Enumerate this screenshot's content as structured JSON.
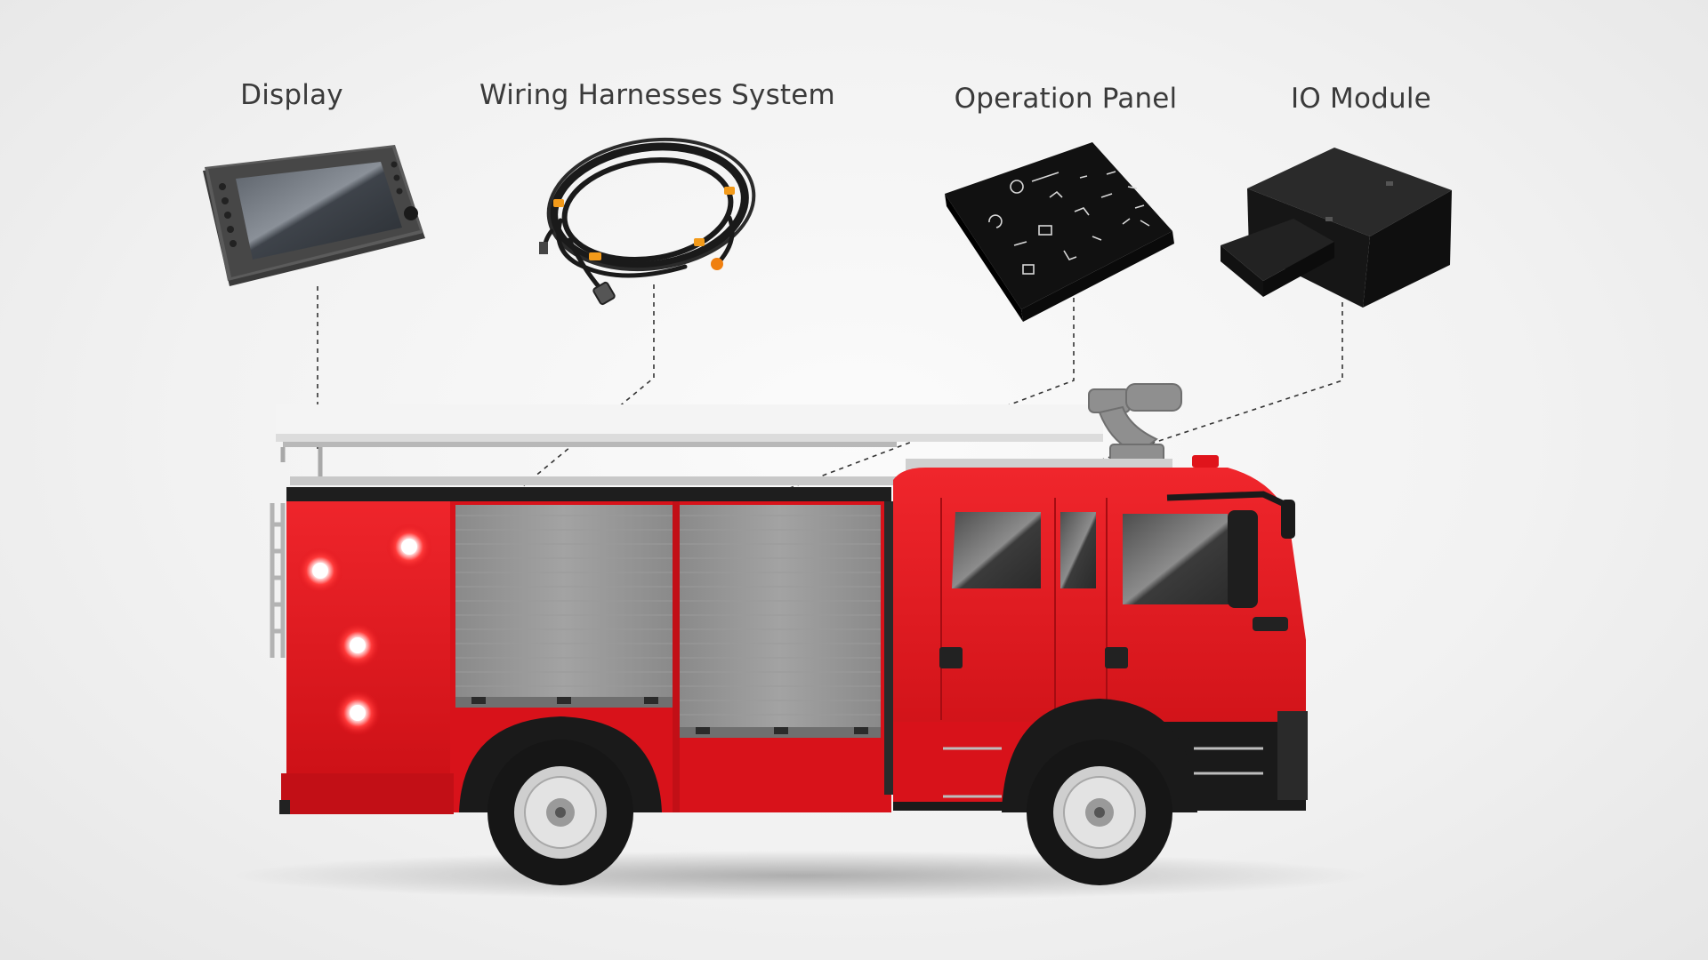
{
  "components": [
    {
      "key": "display",
      "label": "Display",
      "icon": "display-icon"
    },
    {
      "key": "wiring",
      "label": "Wiring Harnesses System",
      "icon": "wiring-harness-icon"
    },
    {
      "key": "panel",
      "label": "Operation Panel",
      "icon": "operation-panel-icon"
    },
    {
      "key": "io",
      "label": "IO Module",
      "icon": "io-module-icon"
    }
  ],
  "vehicle": {
    "icon": "fire-truck-icon"
  },
  "colors": {
    "truck_red": "#e0141b",
    "shutter_gray": "#8f8f8f",
    "device_black": "#1c1c1c",
    "connector_orange": "#f29a1a",
    "label_text": "#3a3a3a"
  }
}
